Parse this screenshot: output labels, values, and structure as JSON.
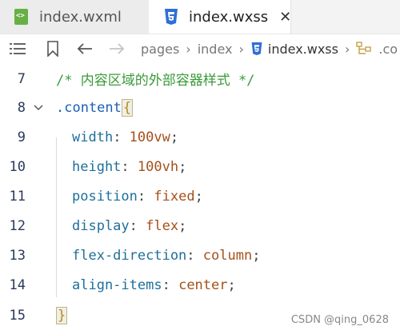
{
  "tabs": [
    {
      "label": "index.wxml",
      "icon": "wxml-file-icon",
      "active": false
    },
    {
      "label": "index.wxss",
      "icon": "css-file-icon",
      "active": true,
      "close": "✕"
    }
  ],
  "breadcrumb": {
    "items": [
      "pages",
      "index",
      "index.wxss",
      ".co"
    ]
  },
  "code_lines": [
    {
      "num": "7",
      "text": "/* 内容区域的外部容器样式 */"
    },
    {
      "num": "8",
      "selector": ".content",
      "brace": "{"
    },
    {
      "num": "9",
      "prop": "width",
      "value": "100vw"
    },
    {
      "num": "10",
      "prop": "height",
      "value": "100vh"
    },
    {
      "num": "11",
      "prop": "position",
      "value": "fixed"
    },
    {
      "num": "12",
      "prop": "display",
      "value": "flex"
    },
    {
      "num": "13",
      "prop": "flex-direction",
      "value": "column"
    },
    {
      "num": "14",
      "prop": "align-items",
      "value": "center"
    },
    {
      "num": "15",
      "brace": "}"
    }
  ],
  "watermark": "CSDN @qing_0628",
  "colors": {
    "comment": "#3a9a3a",
    "selector": "#1a5fb4",
    "property": "#1f6f9a",
    "value": "#a4511a"
  }
}
